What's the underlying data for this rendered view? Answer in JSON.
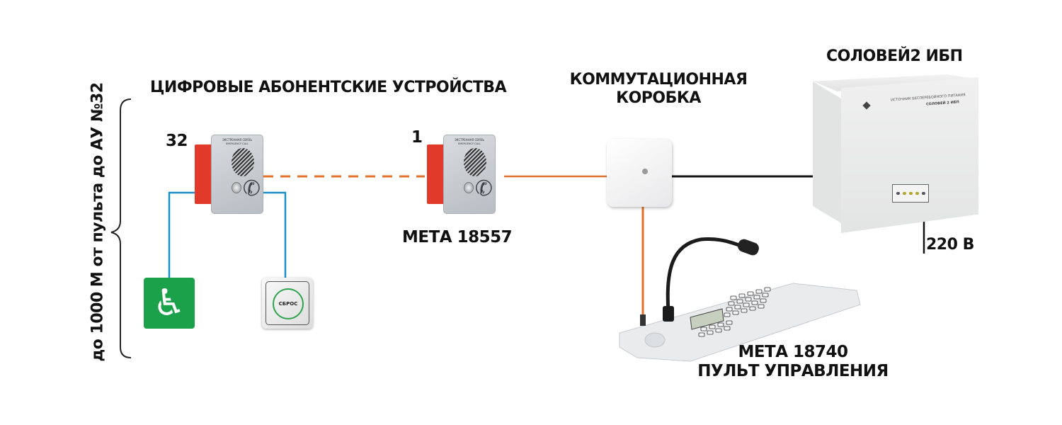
{
  "labels": {
    "devices_group": "ЦИФРОВЫЕ АБОНЕНТСКИЕ УСТРОЙСТВА",
    "junction_box": [
      "КОММУТАЦИОННАЯ",
      "КОРОБКА"
    ],
    "ups": "СОЛОВЕЙ2 ИБП",
    "device_32_number": "32",
    "device_1_number": "1",
    "device_model": "МЕТА 18557",
    "console_model": "МЕТА 18740",
    "console_name": "ПУЛЬТ УПРАВЛЕНИЯ",
    "power": "220 В",
    "distance": "до 1000 М от  пульта до АУ №32"
  },
  "device_panel": {
    "header_line1": "ЭКСТРЕННАЯ СВЯЗЬ",
    "header_line2": "EMERGENCY CALL"
  },
  "reset_button": {
    "label": "СБРОС"
  },
  "ups_panel": {
    "line1": "ИСТОЧНИК БЕСПЕРЕБОЙНОГО ПИТАНИЯ",
    "line2": "СОЛОВЕЙ 2 ИБП"
  },
  "colors": {
    "orange_wire": "#e0702a",
    "blue_wire": "#1e8fc4",
    "black_wire": "#111111",
    "device_box_red": "#e23a2a",
    "device_plate": "#c9cdd2",
    "accessible_green": "#1aa14a"
  }
}
